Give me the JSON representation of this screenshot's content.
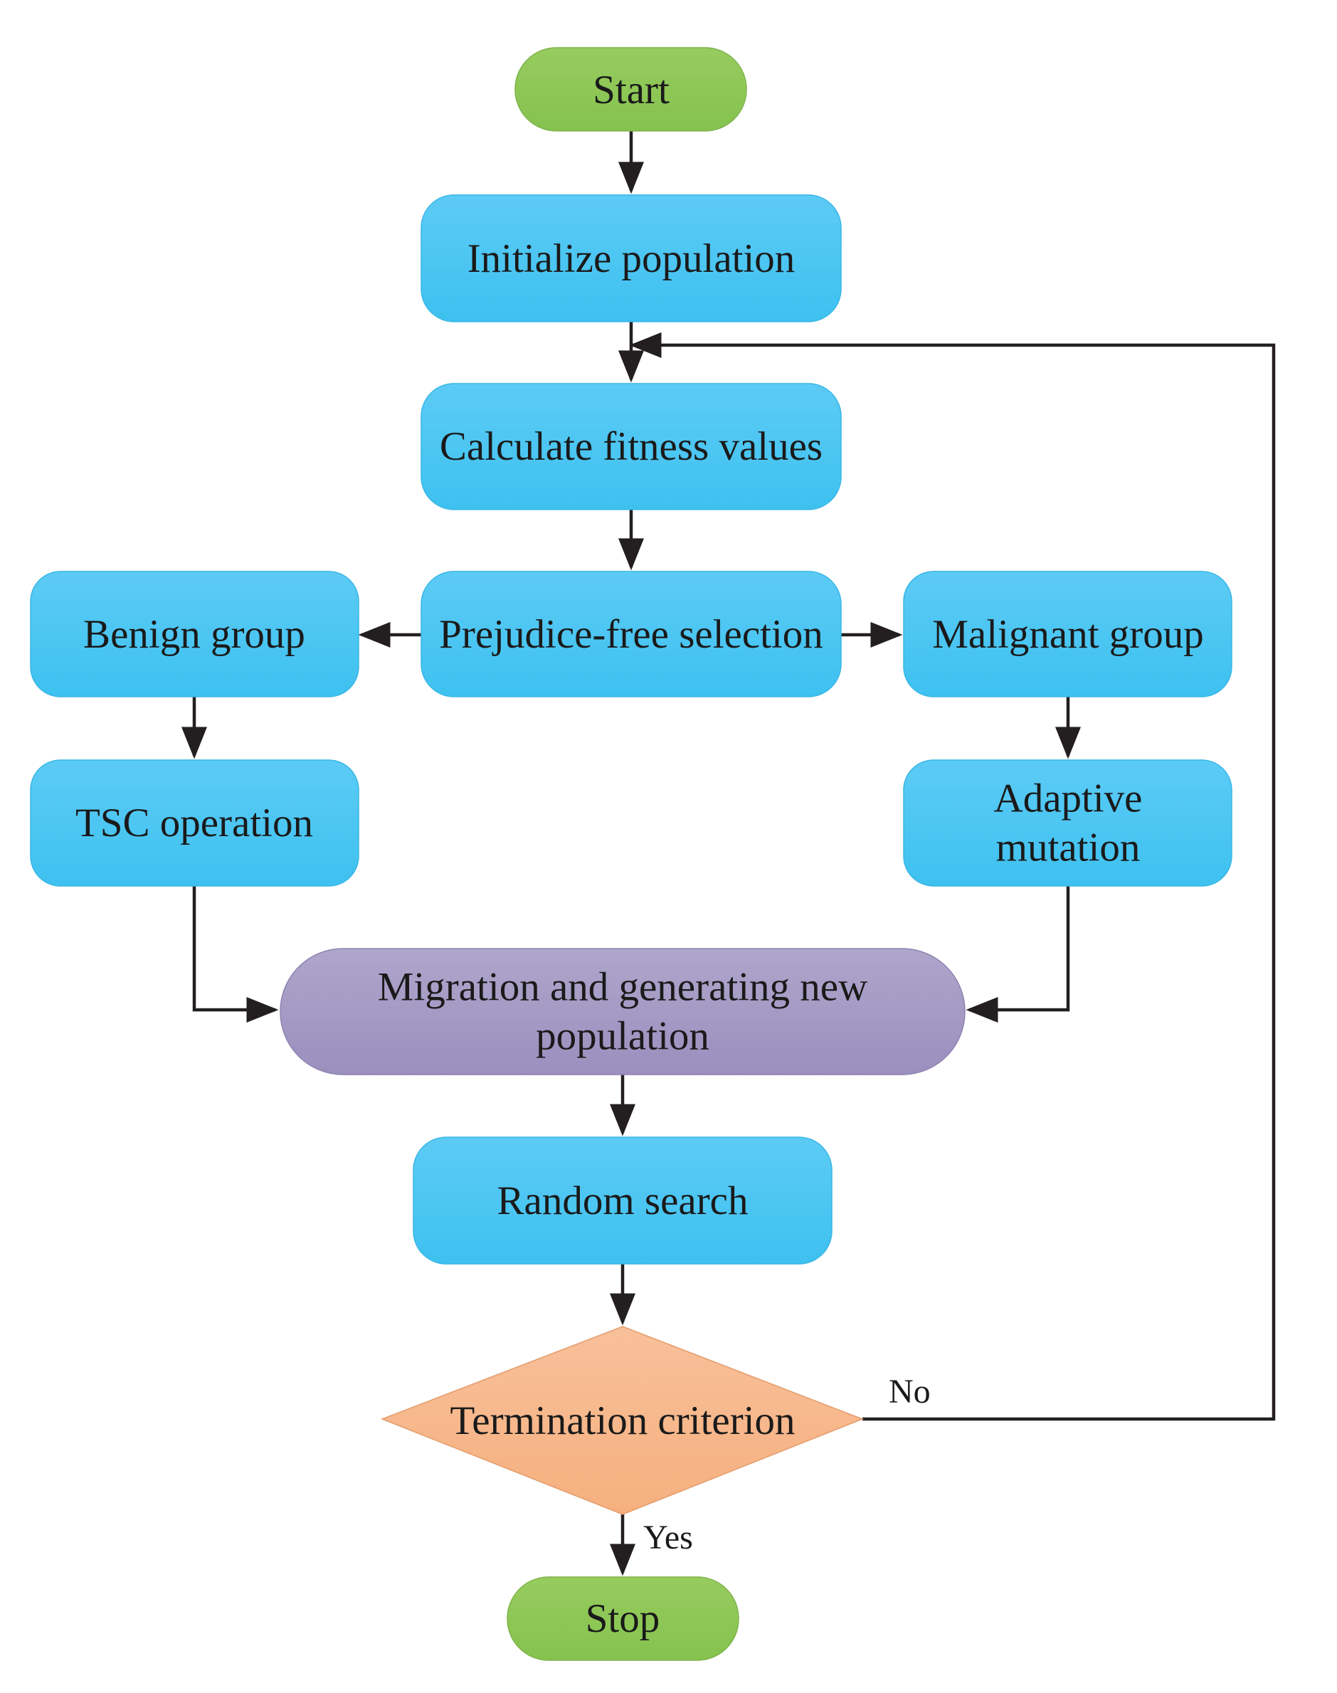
{
  "nodes": {
    "start": {
      "lines": [
        "Start"
      ]
    },
    "init": {
      "lines": [
        "Initialize population"
      ]
    },
    "calc": {
      "lines": [
        "Calculate fitness values"
      ]
    },
    "select": {
      "lines": [
        "Prejudice-free selection"
      ]
    },
    "benign": {
      "lines": [
        "Benign group"
      ]
    },
    "malignant": {
      "lines": [
        "Malignant group"
      ]
    },
    "tsc": {
      "lines": [
        "TSC operation"
      ]
    },
    "adaptive": {
      "lines": [
        "Adaptive",
        "mutation"
      ]
    },
    "migration": {
      "lines": [
        "Migration and generating new",
        "population"
      ]
    },
    "random": {
      "lines": [
        "Random search"
      ]
    },
    "termination": {
      "lines": [
        "Termination criterion"
      ]
    },
    "stop": {
      "lines": [
        "Stop"
      ]
    }
  },
  "edge_labels": {
    "no": "No",
    "yes": "Yes"
  },
  "colors": {
    "process_top": "#5ccbf5",
    "process_bottom": "#3ec1f0",
    "terminal_top": "#97cc5f",
    "terminal_bottom": "#85c24e",
    "merge_top": "#aea6cb",
    "merge_bottom": "#9b8fbe",
    "decision": "#f6b486",
    "line": "#231f20"
  }
}
